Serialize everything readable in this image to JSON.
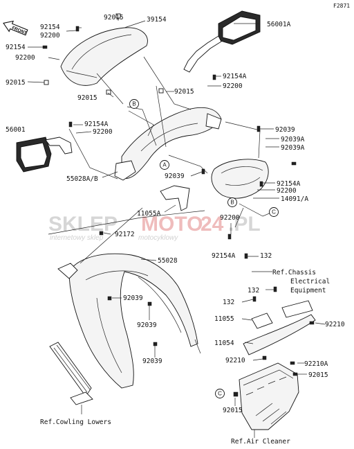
{
  "figure_code": "F2871",
  "front_arrow": "FRONT",
  "watermark": {
    "brand_a": "SKLEP",
    "brand_b": "MOTO",
    "brand_c": "24",
    "brand_d": ".PL",
    "sub_a": "internetowy sklep",
    "sub_b": "motocyklowy"
  },
  "labels": {
    "l_92015_top": "92015",
    "l_39154": "39154",
    "l_56001a": "56001A",
    "l_92154_tl": "92154",
    "l_92200_tl": "92200",
    "l_92154_l": "92154",
    "l_92200_l": "92200",
    "l_92015_l": "92015",
    "l_92154a_r": "92154A",
    "l_92200_r": "92200",
    "l_92015_mid": "92015",
    "l_92015_cl": "92015",
    "l_92154a_m": "92154A",
    "l_92200_m": "92200",
    "l_56001": "56001",
    "l_92039_r": "92039",
    "l_92039a": "92039A",
    "l_92039a_2": "92039A",
    "l_92039_m": "92039",
    "l_55028ab": "55028A/B",
    "l_92154a_r2": "92154A",
    "l_92200_r2": "92200",
    "l_14091a": "14091/A",
    "l_11055a": "11055A",
    "l_92200_c": "92200",
    "l_92154a_c": "92154A",
    "l_132_a": "132",
    "l_92172": "92172",
    "l_55028": "55028",
    "l_ref_chassis_1": "Ref.Chassis",
    "l_ref_chassis_2": "Electrical",
    "l_ref_chassis_3": "Equipment",
    "l_92039_c1": "92039",
    "l_92039_c2": "92039",
    "l_92039_c3": "92039",
    "l_132_b": "132",
    "l_132_c": "132",
    "l_11055": "11055",
    "l_92210_a": "92210",
    "l_11054": "11054",
    "l_92210_b": "92210",
    "l_92210a": "92210A",
    "l_92015_b": "92015",
    "l_92015_c": "92015",
    "l_ref_cowling": "Ref.Cowling Lowers",
    "l_ref_air": "Ref.Air Cleaner"
  },
  "callouts": {
    "b1": "B",
    "a1": "A",
    "b2": "B",
    "c1": "C",
    "c2": "C"
  }
}
